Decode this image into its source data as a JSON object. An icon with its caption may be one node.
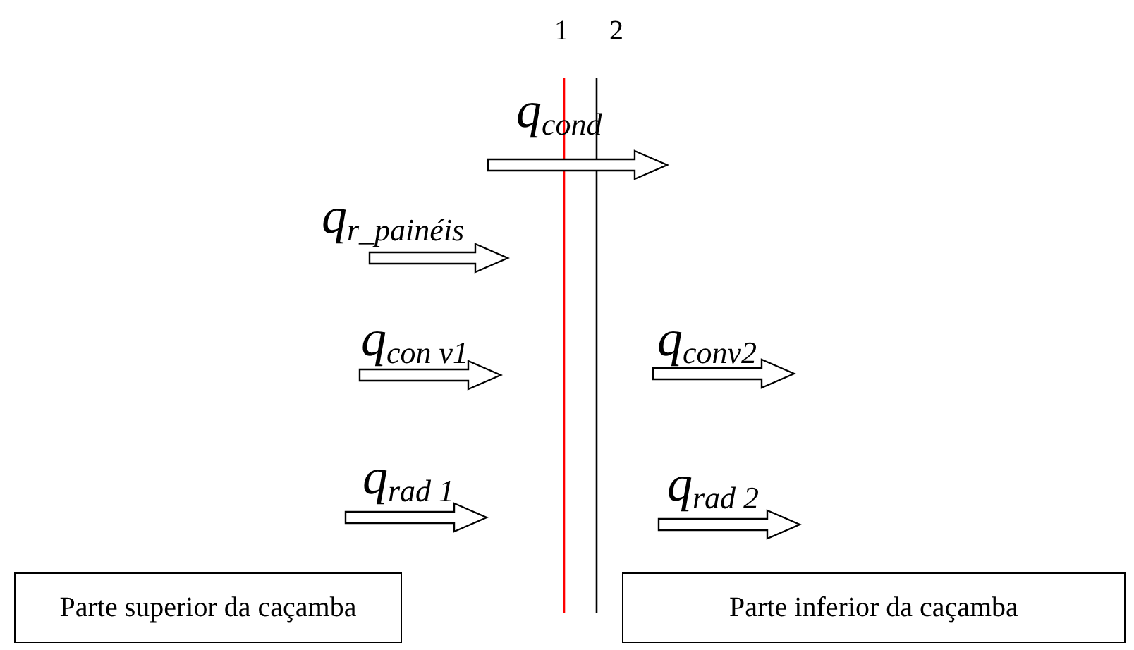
{
  "diagram": {
    "nodes": [
      {
        "text": [
          "Parte superior da caçamba"
        ]
      },
      {
        "text": [
          "Parte inferior da caçamba"
        ]
      }
    ],
    "edges": [],
    "labels": [
      "1",
      "2",
      "q$_{cond}$",
      "q$_{r_painéis}$",
      "q$_{con v1}$",
      "q$_{conv2}$",
      "q$_{rad 1}$",
      "q$_{rad 2}$"
    ]
  }
}
